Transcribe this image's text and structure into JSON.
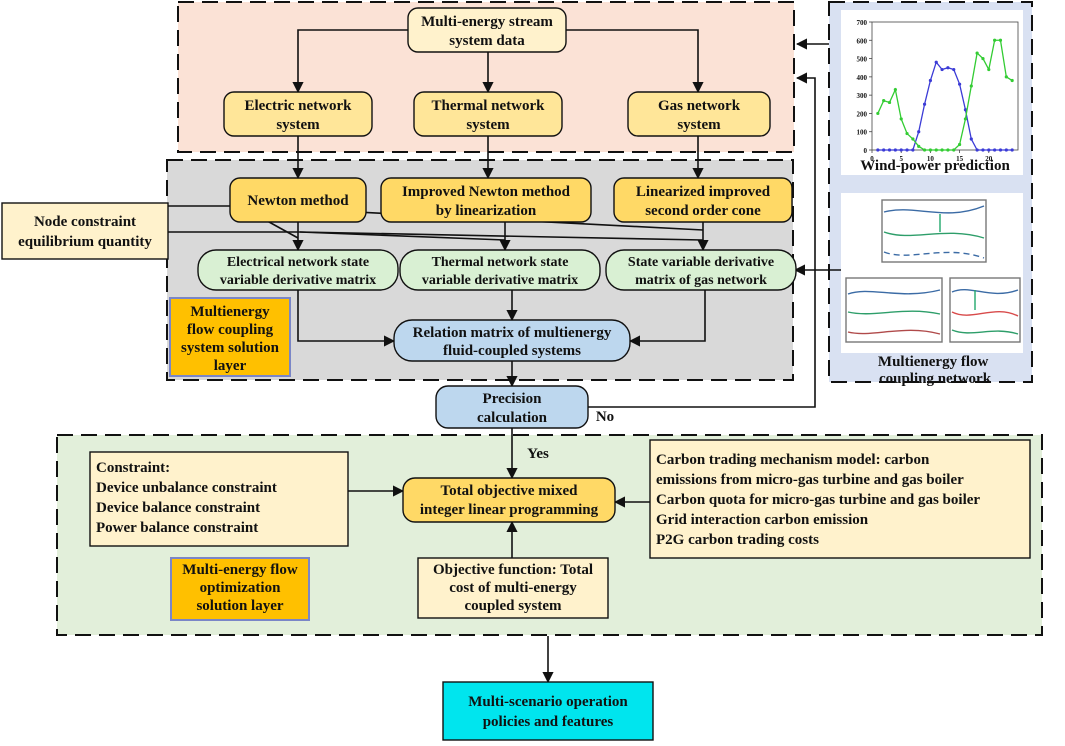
{
  "colors": {
    "top_panel": "#fbe2d6",
    "mid_panel": "#d9d9d9",
    "bottom_panel": "#e2efda",
    "right_panel": "#d9e1f2",
    "rounded_yellow": "#ffe699",
    "rounded_orange": "#ffd966",
    "green_box": "#d9f0d3",
    "blue_box": "#bdd7ee",
    "cream_box": "#fff2cc",
    "layer_label": "#ffc000",
    "output_box": "#00e5ee",
    "series_blue": "#3b3bd6",
    "series_green": "#33cc33"
  },
  "nodes": {
    "system_data": [
      "Multi-energy stream",
      "system data"
    ],
    "electric_network": [
      "Electric network",
      "system"
    ],
    "thermal_network": [
      "Thermal network",
      "system"
    ],
    "gas_network": [
      "Gas network",
      "system"
    ],
    "newton": [
      "Newton method"
    ],
    "improved_newton": [
      "Improved Newton method",
      "by linearization"
    ],
    "linearized_cone": [
      "Linearized improved",
      "second order cone"
    ],
    "node_constraint": [
      "Node constraint",
      "equilibrium quantity"
    ],
    "electrical_state": [
      "Electrical network state",
      "variable derivative matrix"
    ],
    "thermal_state": [
      "Thermal network state",
      "variable derivative matrix"
    ],
    "gas_state": [
      "State variable derivative",
      "matrix of gas network"
    ],
    "coupling_layer": [
      "Multienergy",
      "flow coupling",
      "system solution",
      "layer"
    ],
    "relation_matrix": [
      "Relation matrix of multienergy",
      "fluid-coupled systems"
    ],
    "precision": [
      "Precision",
      "calculation"
    ],
    "no_label": "No",
    "yes_label": "Yes",
    "constraint_box": [
      "Constraint:",
      "Device unbalance constraint",
      "Device balance constraint",
      "Power balance constraint"
    ],
    "milp": [
      "Total objective mixed",
      "integer linear programming"
    ],
    "carbon_box": [
      "Carbon trading mechanism model: carbon",
      "emissions from micro-gas turbine and gas boiler",
      "Carbon quota for micro-gas turbine and gas boiler",
      "Grid interaction carbon emission",
      "P2G carbon trading costs"
    ],
    "optimization_layer": [
      "Multi-energy flow",
      "optimization",
      "solution layer"
    ],
    "objective": [
      "Objective function: Total",
      "cost of multi-energy",
      "coupled system"
    ],
    "output": [
      "Multi-scenario operation",
      "policies and features"
    ]
  },
  "wind_caption": "Wind-power prediction",
  "network_caption": [
    "Multienergy flow",
    "coupling network"
  ],
  "chart_data": {
    "type": "line",
    "x": [
      1,
      2,
      3,
      4,
      5,
      6,
      7,
      8,
      9,
      10,
      11,
      12,
      13,
      14,
      15,
      16,
      17,
      18,
      19,
      20,
      21,
      22,
      23,
      24
    ],
    "ylim": [
      0,
      700
    ],
    "yticks": [
      0,
      100,
      200,
      300,
      400,
      500,
      600,
      700
    ],
    "xticks": [
      0,
      5,
      10,
      15,
      20
    ],
    "series": [
      {
        "values": [
          0,
          0,
          0,
          0,
          0,
          0,
          0,
          100,
          250,
          380,
          480,
          440,
          450,
          440,
          360,
          220,
          60,
          0,
          0,
          0,
          0,
          0,
          0,
          0
        ]
      },
      {
        "values": [
          200,
          270,
          260,
          330,
          170,
          90,
          60,
          20,
          0,
          0,
          0,
          0,
          0,
          0,
          30,
          170,
          350,
          530,
          500,
          440,
          600,
          600,
          400,
          380
        ]
      }
    ]
  }
}
